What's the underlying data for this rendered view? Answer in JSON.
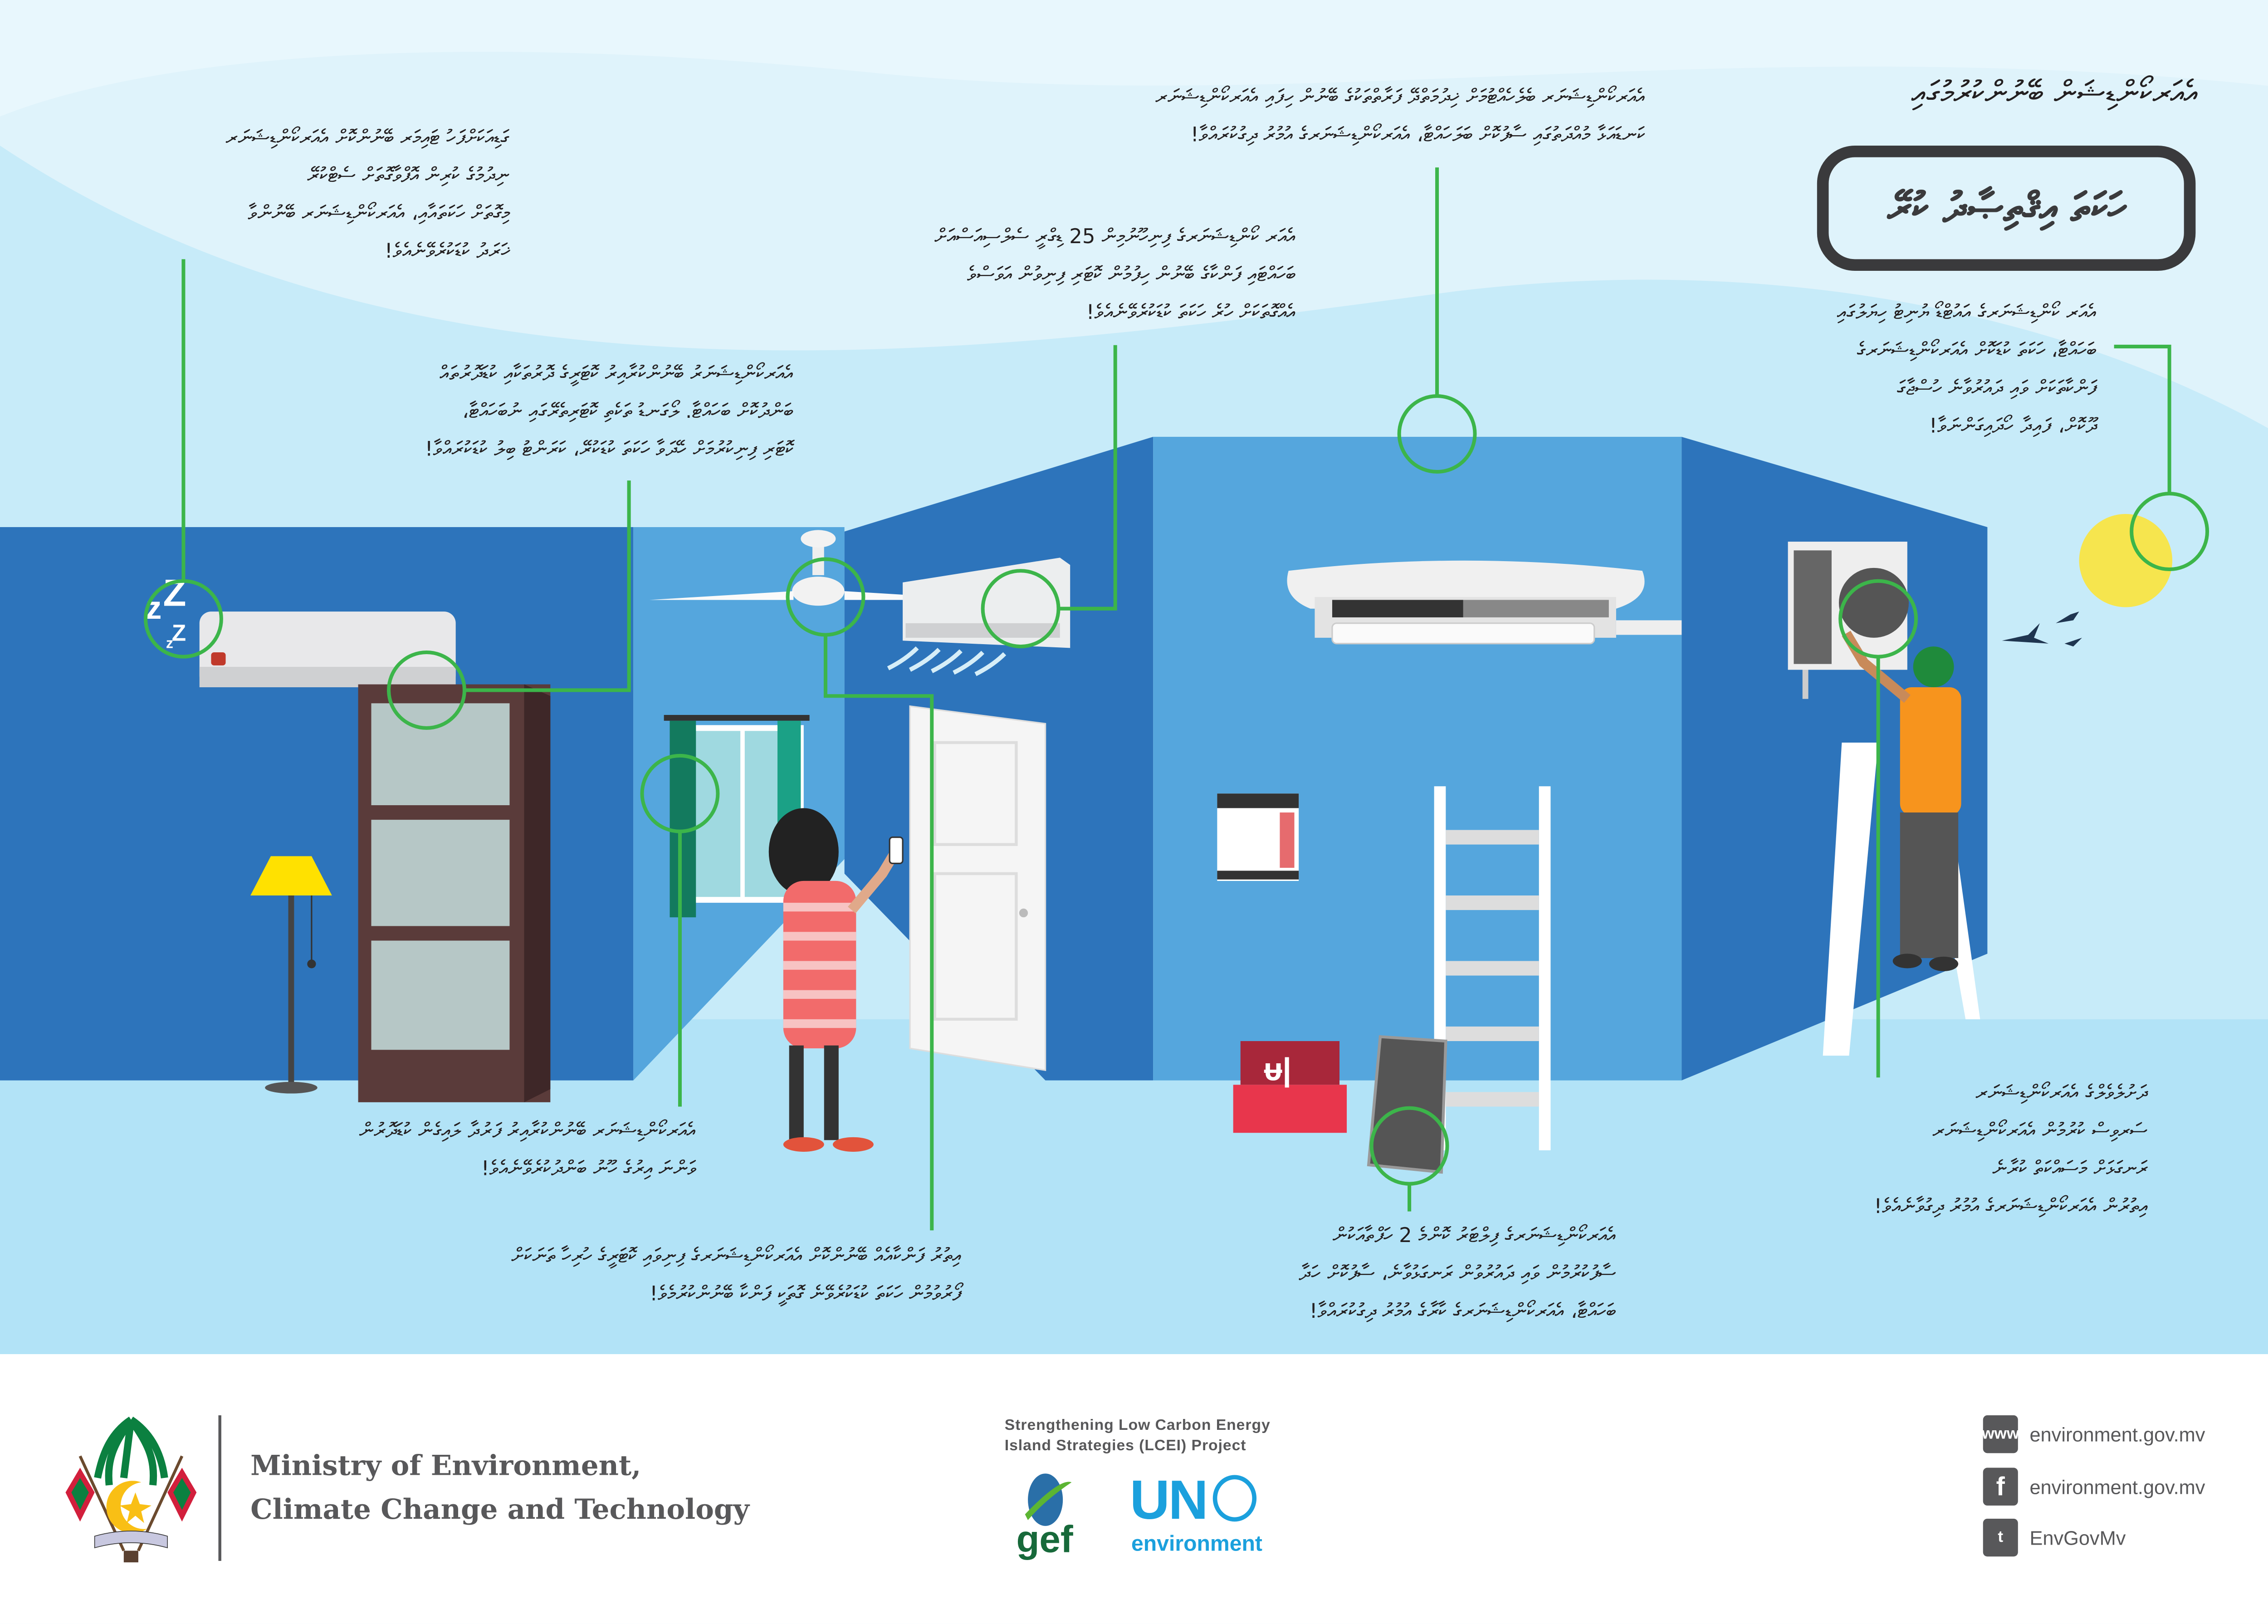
{
  "title": "އެއަރކޯންޑިޝަން ބޭނުންކުރުމުގައި",
  "title_box": "ހަކަތަ އިޤްތިޞާދު ކުރޭ",
  "tips": {
    "sleep_timer": [
      "ގަޑިއަކަށްފަހު ޓައިމަރ ބޭނުންކޮށް އެއަރކޯންޑިޝަނަރ",
      "ނިދުމުގެ ކުރިން އޮފްވާގޮތަށް ސެޓްކުރޭ",
      "މިގޮތަށް ހަކަތައާއި، އެއަރކޯންޑިޝަނަރ ބޭނުންވާ",
      "ޚަރަދު ކުޑަކުރެވޭނެއެވެ!"
    ],
    "maintenance": [
      "އެއަރކޯންޑިޝަނަރ ބެލެހެއްޓުމަށް ޚިދުމަތްދޭ ފަރާތްތަކުގެ ބޭނުން ހިފައި އެއަރކޯންޑިޝަނަރ",
      "ކަނޑައަޅާ މުއްދަތުގައި ސާފުކޮށް ބަލަހައްޓާ، އެއަރކޯންޑިޝަނަރގެ އުމުރު ދިގުކުރައްވާ!"
    ],
    "temperature": [
      "އެއަރ ކޯންޑިޝަނަރގެ ފިނިހޫނުމިން 25 ޑިގްރީ ސެލްސިއަސްއަށް",
      "ބަހައްޓައި ފަންކާގެ ބޭނުން ހިފުމުން ކޮޓަރި ފިނިވުން އަވަސްވެ",
      "އެއްގޮތަކަށް ހުރެ ހަކަތަ ކުޑަކުރެވޭނެއެވެ!"
    ],
    "close_doors": [
      "އެއަރކޯންޑިޝަނަރު ބޭނުންކުރާއިރު ކޮޓަރީގެ ދޮރުތަކާއި ކުޑަދޮރުތައް",
      "ބަންދުކޮށް ބަހައްޓާ. ލޯގަނޑު ތަކެތި ކޮޓަރިތެރޭގައި ނުބަހައްޓާ،",
      "ކޮޓަރި ފިނިކުރުމަށް ހޭދަވާ ހަކަތަ ކުޑަކުރޭ، ކަރަންޓު ބިލު ކުޑަކުރައްވާ!"
    ],
    "outdoor_unit": [
      "އެއަރ ކޯންޑިޝަނަރގެ އައުޓްޑޯ ޔުނިޓު ހިޔަލުގައި",
      "ބަހައްޓާ، ހަކަތަ ކުޑަކޮށް އެއަރކޯންޑިޝަނަރގެ",
      "ފަންކާތަކަށް ވައި ދައުރުވާނެ ހުސްޖާގަ",
      "ދޫކޮށް، ފައިދާ ހޯދައިގަންނަވާ!"
    ],
    "curtains": [
      "އެއަރކޯންޑިޝަނަރ ބޭނުންކުރާއިރު ފަރުދާ ލައިގެން ކުޑަދޮރުން",
      "ވަންނަ އިރުގެ ހޫނު ބަންދުކުރެވޭނެއެވެ!"
    ],
    "fan": [
      "އިތުރު ފަންކާއެއް ބޭނުންކޮށް އެއަރކޯންޑިޝަނަރގެ ފިނިވައި ކޮޓަރީގެ ހުރިހާ ތަނަކަށް",
      "ފޯރުވުމުން ހަކަތަ ކުޑަކުރެވޭނެ ގޮތަކީ ފަންކާ ބޭނުންކުރުމެވެ!"
    ],
    "filter": [
      "އެއަރކޯންޑިޝަނަރގެ ފިލްޓަރު ކޮންމެ 2 ހަފްތާއަކުން",
      "ސާފުކުރުމުން ވައި ދައުރުވުން ރަނގަޅުވާނެ، ސާފުކޮށް ހަދާ",
      "ބަހައްޓާ، އެއަރކޯންޑިޝަނަރގެ ކާރާގެ އުމުރު ދިގުކުރައްވާ!"
    ],
    "servicing": [
      "ދަށުލެވެލްގެ އެއަރކޯންޑިޝަނަރ",
      "ސަރވިސް ކުރުމުން އެއަރކޯންޑިޝަނަރ",
      "ރަނގަޅަށް މަސައްކަތް ކުރާނެ",
      "އިތުރުން އެއަރކޯންޑިޝަނަރގެ އުމުރު ދިގުވާނެއެވެ!"
    ]
  },
  "footer": {
    "ministry_line1": "Ministry of Environment,",
    "ministry_line2": "Climate Change and Technology",
    "project_line1": "Strengthening Low Carbon Energy",
    "project_line2": "Island Strategies (LCEI) Project",
    "gef_logo": "gef",
    "un_logo": "UN",
    "un_logo_sub": "environment",
    "web_icon": "www",
    "website": "environment.gov.mv",
    "facebook_icon": "f",
    "facebook": "environment.gov.mv",
    "twitter_icon": "t",
    "twitter": "EnvGovMv"
  },
  "colors": {
    "callout": "#3cb54a",
    "wall_dark": "#2d74bb",
    "wall_light": "#55a6dd",
    "sun": "#f6e54e"
  }
}
